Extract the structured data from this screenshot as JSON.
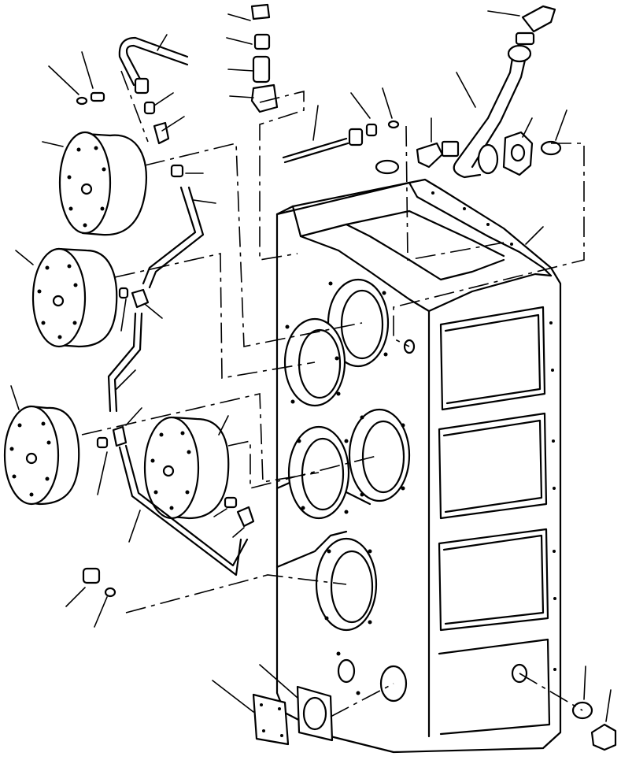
{
  "diagram": {
    "components": [
      "transmission-case",
      "clutch-cover",
      "oil-tube",
      "elbow-fitting",
      "connector",
      "plug",
      "o-ring",
      "cover-plate",
      "gasket",
      "filler-tube",
      "breather"
    ]
  }
}
